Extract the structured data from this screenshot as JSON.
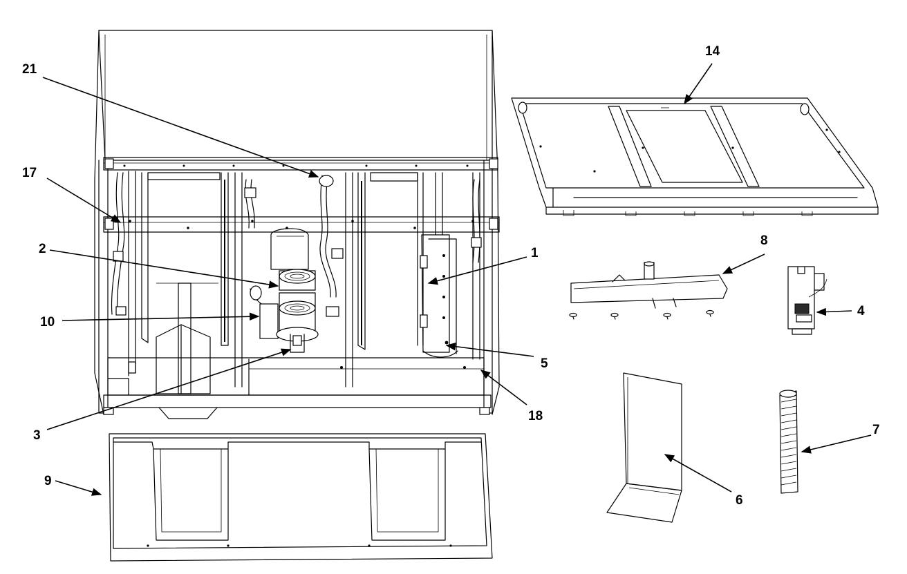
{
  "diagram": {
    "callouts": [
      {
        "id": "c1",
        "label": "1"
      },
      {
        "id": "c2",
        "label": "2"
      },
      {
        "id": "c3",
        "label": "3"
      },
      {
        "id": "c4",
        "label": "4"
      },
      {
        "id": "c5",
        "label": "5"
      },
      {
        "id": "c6",
        "label": "6"
      },
      {
        "id": "c7",
        "label": "7"
      },
      {
        "id": "c8",
        "label": "8"
      },
      {
        "id": "c9",
        "label": "9"
      },
      {
        "id": "c10",
        "label": "10"
      },
      {
        "id": "c14",
        "label": "14"
      },
      {
        "id": "c17",
        "label": "17"
      },
      {
        "id": "c18",
        "label": "18"
      },
      {
        "id": "c21",
        "label": "21"
      }
    ]
  }
}
